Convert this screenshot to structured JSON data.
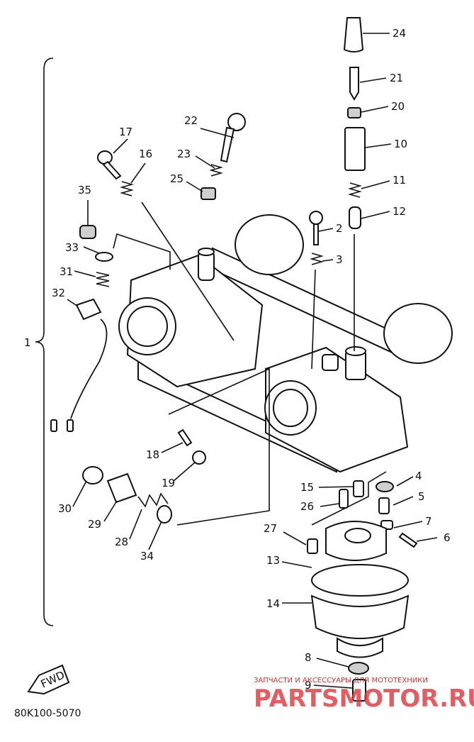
{
  "diagram": {
    "drawing_code": "80K100-5070",
    "fwd_label": "FWD",
    "callouts": {
      "1": "1",
      "2": "2",
      "3": "3",
      "4": "4",
      "5": "5",
      "6": "6",
      "7": "7",
      "8": "8",
      "9": "9",
      "10": "10",
      "11": "11",
      "12": "12",
      "13": "13",
      "14": "14",
      "15": "15",
      "16": "16",
      "17": "17",
      "18": "18",
      "19": "19",
      "20": "20",
      "21": "21",
      "22": "22",
      "23": "23",
      "24": "24",
      "25": "25",
      "26": "26",
      "27": "27",
      "28": "28",
      "29": "29",
      "30": "30",
      "31": "31",
      "32": "32",
      "33": "33",
      "34": "34",
      "35": "35"
    }
  },
  "watermark": {
    "caption": "ЗАПЧАСТИ И АКСЕССУАРЫ ДЛЯ МОТОТЕХНИКИ",
    "logo_text": "PARTSMOTOR.RU"
  }
}
